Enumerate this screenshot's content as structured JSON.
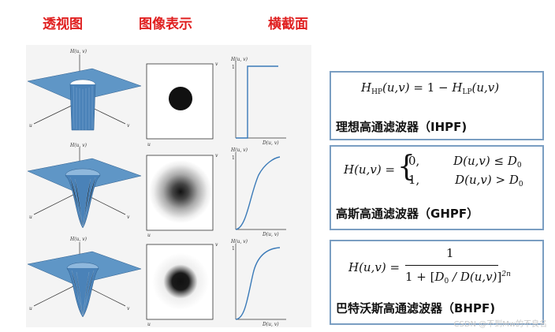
{
  "headers": {
    "perspective": "透视图",
    "image_representation": "图像表示",
    "cross_section": "横截面"
  },
  "figure": {
    "axis_label_H": "H(u, v)",
    "axis_label_u": "u",
    "axis_label_v": "v",
    "axis_label_D": "D(u, v)",
    "tick_one": "1"
  },
  "formulas": {
    "ideal": {
      "title": "理想高通滤波器（IHPF)",
      "lhs": "H",
      "lhs_sub": "HP",
      "args": "(u,v)",
      "eq": "= 1 − ",
      "rhs": "H",
      "rhs_sub": "LP",
      "rhs_args": "(u,v)"
    },
    "gaussian": {
      "title": "高斯高通滤波器（GHPF）",
      "lhs": "H(u,v) =",
      "case1_val": "0,",
      "case1_cond": "D(u,v) ≤ D",
      "case1_sub": "0",
      "case2_val": "1,",
      "case2_cond": "D(u,v) > D",
      "case2_sub": "0"
    },
    "butterworth": {
      "title": "巴特沃斯高通滤波器（BHPF)",
      "lhs": "H(u,v) =",
      "numerator": "1",
      "denom_prefix": "1 + ",
      "denom_D0": "D",
      "denom_sub": "0",
      "denom_mid": " / D(u,v)",
      "exponent": "2n"
    }
  },
  "watermark": "CSDN @不到Mw的不良名"
}
